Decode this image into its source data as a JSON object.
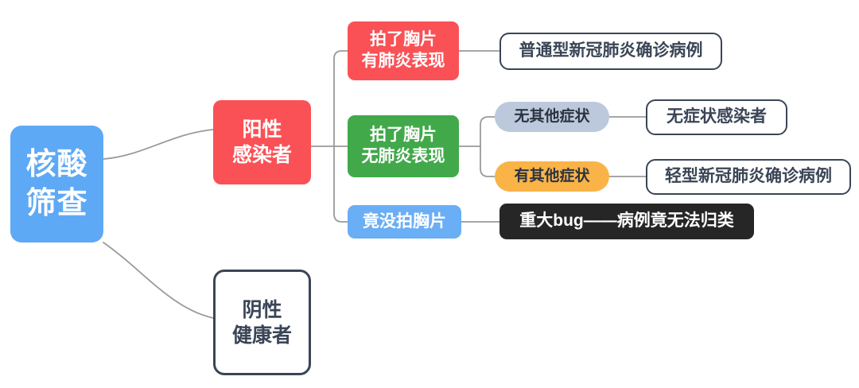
{
  "diagram": {
    "type": "mind-map",
    "background_color": "#ffffff",
    "connector_color": "#9a9a9a",
    "root": {
      "label_line1": "核酸",
      "label_line2": "筛查",
      "color": "#5EA9F5",
      "text_color": "#ffffff"
    },
    "branches": [
      {
        "id": "positive",
        "label_line1": "阳性",
        "label_line2": "感染者",
        "color": "#FA5156",
        "text_color": "#ffffff",
        "children": [
          {
            "id": "xray-pneumonia",
            "label_line1": "拍了胸片",
            "label_line2": "有肺炎表现",
            "color": "#FA5156",
            "text_color": "#ffffff",
            "leaf": {
              "id": "ordinary-case",
              "label": "普通型新冠肺炎确诊病例",
              "color": "#ffffff",
              "text_color": "#3A4556"
            }
          },
          {
            "id": "xray-no-pneumonia",
            "label_line1": "拍了胸片",
            "label_line2": "无肺炎表现",
            "color": "#41A94A",
            "text_color": "#ffffff",
            "subchildren": [
              {
                "id": "no-other-symptoms",
                "label": "无其他症状",
                "color": "#BCC8DC",
                "text_color": "#2C3340",
                "leaf": {
                  "id": "asymptomatic-carrier",
                  "label": "无症状感染者",
                  "color": "#ffffff",
                  "text_color": "#3A4556"
                }
              },
              {
                "id": "has-other-symptoms",
                "label": "有其他症状",
                "color": "#F9B347",
                "text_color": "#2C3340",
                "leaf": {
                  "id": "mild-case",
                  "label": "轻型新冠肺炎确诊病例",
                  "color": "#ffffff",
                  "text_color": "#3A4556"
                }
              }
            ]
          },
          {
            "id": "no-xray",
            "label_line1": "竟没拍胸片",
            "color": "#6AAEF5",
            "text_color": "#ffffff",
            "leaf": {
              "id": "major-bug",
              "label": "重大bug——病例竟无法归类",
              "color": "#262626",
              "text_color": "#ffffff"
            }
          }
        ]
      },
      {
        "id": "negative",
        "label_line1": "阴性",
        "label_line2": "健康者",
        "color": "#ffffff",
        "text_color": "#3A4556"
      }
    ]
  }
}
